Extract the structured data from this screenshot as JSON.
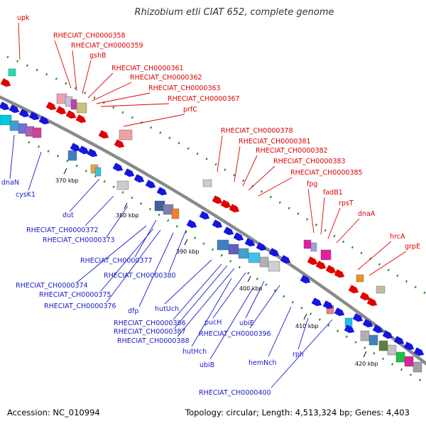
{
  "title": "Rhizobium etli CIAT 652, complete genome",
  "footer": {
    "accession": "Accession: NC_010994",
    "topology": "Topology: circular; Length: 4,513,324 bp; Genes: 4,403"
  },
  "colors": {
    "forward_strand": "#e00000",
    "reverse_strand": "#1010e0",
    "backbone": "#888888",
    "gc_marks": "#228822"
  },
  "ticks": [
    "370 kbp",
    "380 kbp",
    "390 kbp",
    "400 kbp",
    "410 kbp",
    "420 kbp"
  ],
  "forward_labels": [
    "upk",
    "RHECIAT_CH0000358",
    "RHECIAT_CH0000359",
    "gshB",
    "RHECIAT_CH0000361",
    "RHECIAT_CH0000362",
    "RHECIAT_CH0000363",
    "RHECIAT_CH0000367",
    "prfC",
    "RHECIAT_CH0000378",
    "RHECIAT_CH0000381",
    "RHECIAT_CH0000382",
    "RHECIAT_CH0000383",
    "RHECIAT_CH0000385",
    "fpg",
    "fadB1",
    "rpsT",
    "dnaA",
    "hrcA",
    "grpE"
  ],
  "reverse_labels": [
    "dnaN",
    "cysK1",
    "dut",
    "RHECIAT_CH0000372",
    "RHECIAT_CH0000373",
    "RHECIAT_CH0000377",
    "RHECIAT_CH0000380",
    "RHECIAT_CH0000374",
    "RHECIAT_CH0000375",
    "RHECIAT_CH0000376",
    "dfp",
    "hutUch",
    "RHECIAT_CH0000386",
    "RHECIAT_CH0000387",
    "RHECIAT_CH0000388",
    "pucH",
    "hutHch",
    "ubiE",
    "ubiB",
    "RHECIAT_CH0000396",
    "hemNch",
    "rph",
    "RHECIAT_CH0000400"
  ]
}
